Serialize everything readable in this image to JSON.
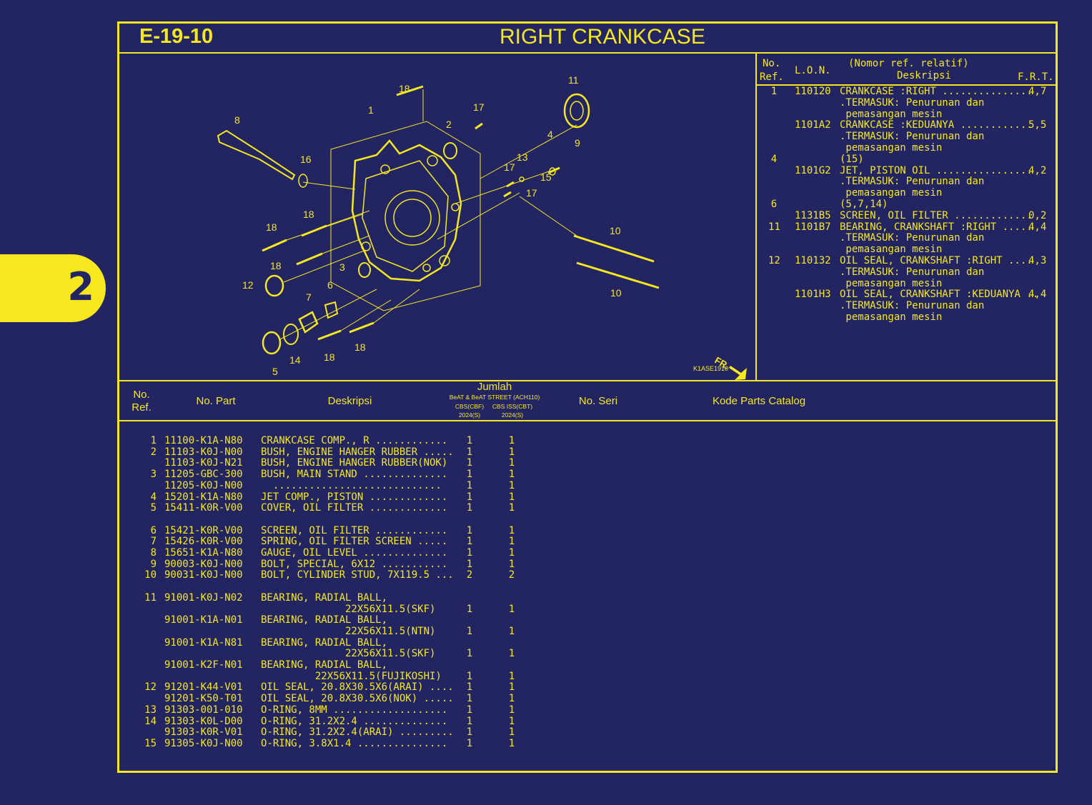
{
  "side_tab": {
    "label": "2"
  },
  "header": {
    "code": "E-19-10",
    "title": "RIGHT CRANKCASE"
  },
  "diagram": {
    "image_code": "K1ASE1910",
    "direction_label": "FR.",
    "callouts": [
      "1",
      "2",
      "3",
      "4",
      "5",
      "6",
      "7",
      "8",
      "9",
      "10",
      "10",
      "11",
      "12",
      "13",
      "14",
      "15",
      "16",
      "17",
      "17",
      "17",
      "18",
      "18",
      "18",
      "18",
      "18",
      "18"
    ]
  },
  "lon_table": {
    "head_no": "No.",
    "head_ref": "Ref.",
    "head_lon": "L.O.N.",
    "head_rel": "(Nomor ref. relatif)",
    "head_desc": "Deskripsi",
    "head_frt": "F.R.T.",
    "rows": [
      {
        "ref": "1",
        "lon": "110120",
        "desc": "CRANKCASE :RIGHT ...............",
        "frt": "4,7"
      },
      {
        "ref": "",
        "lon": "",
        "desc": ".TERMASUK: Penurunan dan",
        "frt": ""
      },
      {
        "ref": "",
        "lon": "",
        "desc": " pemasangan mesin",
        "frt": ""
      },
      {
        "ref": "",
        "lon": "1101A2",
        "desc": "CRANKCASE :KEDUANYA ............",
        "frt": "5,5"
      },
      {
        "ref": "",
        "lon": "",
        "desc": ".TERMASUK: Penurunan dan",
        "frt": ""
      },
      {
        "ref": "",
        "lon": "",
        "desc": " pemasangan mesin",
        "frt": ""
      },
      {
        "ref": "4",
        "lon": "",
        "desc": "(15)",
        "frt": ""
      },
      {
        "ref": "",
        "lon": "1101G2",
        "desc": "JET, PISTON OIL ................",
        "frt": "4,2"
      },
      {
        "ref": "",
        "lon": "",
        "desc": ".TERMASUK: Penurunan dan",
        "frt": ""
      },
      {
        "ref": "",
        "lon": "",
        "desc": " pemasangan mesin",
        "frt": ""
      },
      {
        "ref": "6",
        "lon": "",
        "desc": "(5,7,14)",
        "frt": ""
      },
      {
        "ref": "",
        "lon": "1131B5",
        "desc": "SCREEN, OIL FILTER .............",
        "frt": "0,2"
      },
      {
        "ref": "11",
        "lon": "1101B7",
        "desc": "BEARING, CRANKSHAFT :RIGHT .....",
        "frt": "4,4"
      },
      {
        "ref": "",
        "lon": "",
        "desc": ".TERMASUK: Penurunan dan",
        "frt": ""
      },
      {
        "ref": "",
        "lon": "",
        "desc": " pemasangan mesin",
        "frt": ""
      },
      {
        "ref": "12",
        "lon": "110132",
        "desc": "OIL SEAL, CRANKSHAFT :RIGHT ....",
        "frt": "4,3"
      },
      {
        "ref": "",
        "lon": "",
        "desc": ".TERMASUK: Penurunan dan",
        "frt": ""
      },
      {
        "ref": "",
        "lon": "",
        "desc": " pemasangan mesin",
        "frt": ""
      },
      {
        "ref": "",
        "lon": "1101H3",
        "desc": "OIL SEAL, CRANKSHAFT :KEDUANYA ..",
        "frt": "4,4"
      },
      {
        "ref": "",
        "lon": "",
        "desc": ".TERMASUK: Penurunan dan",
        "frt": ""
      },
      {
        "ref": "",
        "lon": "",
        "desc": " pemasangan mesin",
        "frt": ""
      }
    ]
  },
  "parts_table": {
    "head_no": "No.",
    "head_ref": "Ref.",
    "head_part": "No. Part",
    "head_desc": "Deskripsi",
    "head_qty": "Jumlah",
    "head_model": "BeAT & BeAT STREET (ACH110)",
    "head_q1a": "CBS(CBF)",
    "head_q2a": "CBS ISS(CBT)",
    "head_q1b": "2024(S)",
    "head_q2b": "2024(S)",
    "head_seri": "No. Seri",
    "head_kode": "Kode Parts Catalog",
    "rows": [
      {
        "ref": "1",
        "part": "11100-K1A-N80",
        "desc": "CRANKCASE COMP., R ............",
        "q1": "1",
        "q2": "1"
      },
      {
        "ref": "2",
        "part": "11103-K0J-N00",
        "desc": "BUSH, ENGINE HANGER RUBBER .....",
        "q1": "1",
        "q2": "1"
      },
      {
        "ref": "",
        "part": "11103-K0J-N21",
        "desc": "BUSH, ENGINE HANGER RUBBER(NOK)",
        "q1": "1",
        "q2": "1"
      },
      {
        "ref": "3",
        "part": "11205-GBC-300",
        "desc": "BUSH, MAIN STAND ..............",
        "q1": "1",
        "q2": "1"
      },
      {
        "ref": "",
        "part": "11205-K0J-N00",
        "desc": "  ............................",
        "q1": "1",
        "q2": "1"
      },
      {
        "ref": "4",
        "part": "15201-K1A-N80",
        "desc": "JET COMP., PISTON .............",
        "q1": "1",
        "q2": "1"
      },
      {
        "ref": "5",
        "part": "15411-K0R-V00",
        "desc": "COVER, OIL FILTER .............",
        "q1": "1",
        "q2": "1"
      },
      {
        "ref": "6",
        "part": "15421-K0R-V00",
        "desc": "SCREEN, OIL FILTER ............",
        "q1": "1",
        "q2": "1"
      },
      {
        "ref": "7",
        "part": "15426-K0R-V00",
        "desc": "SPRING, OIL FILTER SCREEN .....",
        "q1": "1",
        "q2": "1"
      },
      {
        "ref": "8",
        "part": "15651-K1A-N80",
        "desc": "GAUGE, OIL LEVEL ..............",
        "q1": "1",
        "q2": "1"
      },
      {
        "ref": "9",
        "part": "90003-K0J-N00",
        "desc": "BOLT, SPECIAL, 6X12 ...........",
        "q1": "1",
        "q2": "1"
      },
      {
        "ref": "10",
        "part": "90031-K0J-N00",
        "desc": "BOLT, CYLINDER STUD, 7X119.5 ...",
        "q1": "2",
        "q2": "2"
      },
      {
        "ref": "11",
        "part": "91001-K0J-N02",
        "desc": "BEARING, RADIAL BALL,",
        "q1": "",
        "q2": ""
      },
      {
        "ref": "",
        "part": "",
        "desc": "              22X56X11.5(SKF)",
        "q1": "1",
        "q2": "1"
      },
      {
        "ref": "",
        "part": "91001-K1A-N01",
        "desc": "BEARING, RADIAL BALL,",
        "q1": "",
        "q2": ""
      },
      {
        "ref": "",
        "part": "",
        "desc": "              22X56X11.5(NTN)",
        "q1": "1",
        "q2": "1"
      },
      {
        "ref": "",
        "part": "91001-K1A-N81",
        "desc": "BEARING, RADIAL BALL,",
        "q1": "",
        "q2": ""
      },
      {
        "ref": "",
        "part": "",
        "desc": "              22X56X11.5(SKF)",
        "q1": "1",
        "q2": "1"
      },
      {
        "ref": "",
        "part": "91001-K2F-N01",
        "desc": "BEARING, RADIAL BALL,",
        "q1": "",
        "q2": ""
      },
      {
        "ref": "",
        "part": "",
        "desc": "         22X56X11.5(FUJIKOSHI)",
        "q1": "1",
        "q2": "1"
      },
      {
        "ref": "12",
        "part": "91201-K44-V01",
        "desc": "OIL SEAL, 20.8X30.5X6(ARAI) ....",
        "q1": "1",
        "q2": "1"
      },
      {
        "ref": "",
        "part": "91201-K50-T01",
        "desc": "OIL SEAL, 20.8X30.5X6(NOK) .....",
        "q1": "1",
        "q2": "1"
      },
      {
        "ref": "13",
        "part": "91303-001-010",
        "desc": "O-RING, 8MM ...................",
        "q1": "1",
        "q2": "1"
      },
      {
        "ref": "14",
        "part": "91303-K0L-D00",
        "desc": "O-RING, 31.2X2.4 ..............",
        "q1": "1",
        "q2": "1"
      },
      {
        "ref": "",
        "part": "91303-K0R-V01",
        "desc": "O-RING, 31.2X2.4(ARAI) .........",
        "q1": "1",
        "q2": "1"
      },
      {
        "ref": "15",
        "part": "91305-K0J-N00",
        "desc": "O-RING, 3.8X1.4 ...............",
        "q1": "1",
        "q2": "1"
      }
    ]
  }
}
